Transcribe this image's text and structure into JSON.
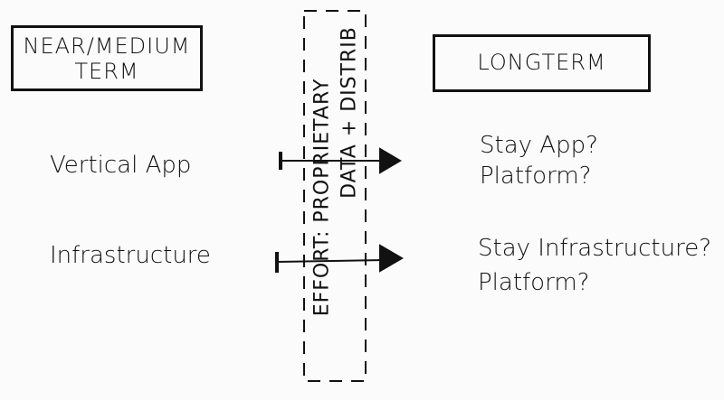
{
  "left_header": {
    "line1": "NEAR/MEDIUM",
    "line2": "TERM"
  },
  "right_header": "LONGTERM",
  "center_band": {
    "line1": "EFFORT: PROPRIETARY",
    "line2": "DATA + DISTRIB"
  },
  "rows": [
    {
      "label": "Vertical App",
      "outcome1": "Stay App?",
      "outcome2": "Platform?"
    },
    {
      "label": "Infrastructure",
      "outcome1": "Stay Infrastructure?",
      "outcome2": "Platform?"
    }
  ]
}
